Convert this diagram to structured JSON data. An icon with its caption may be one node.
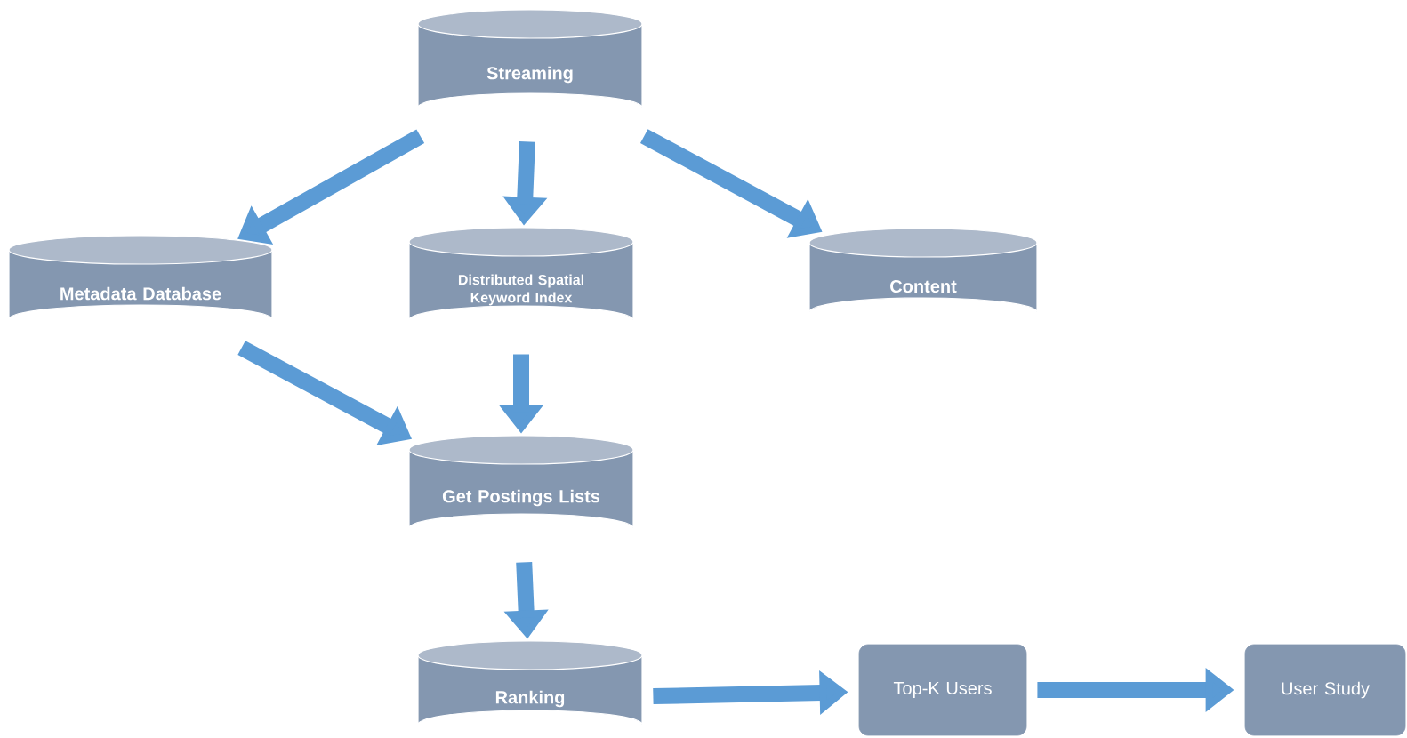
{
  "diagram": {
    "nodes": [
      {
        "text": [
          "Streaming"
        ]
      },
      {
        "text": [
          "Metadata Database"
        ]
      },
      {
        "text": [
          "Distributed Spatial Keyword Index"
        ]
      },
      {
        "text": [
          "Content"
        ]
      },
      {
        "text": [
          "Get Postings Lists"
        ]
      },
      {
        "text": [
          "Ranking"
        ]
      },
      {
        "text": [
          "Top-K Users"
        ]
      },
      {
        "text": [
          "User Study"
        ]
      }
    ],
    "edges": [
      {
        "from": 0,
        "to": 1,
        "arrow": "to"
      },
      {
        "from": 0,
        "to": 2,
        "arrow": "to"
      },
      {
        "from": 0,
        "to": 3,
        "arrow": "to"
      },
      {
        "from": 1,
        "to": 4,
        "arrow": "to"
      },
      {
        "from": 2,
        "to": 4,
        "arrow": "to"
      },
      {
        "from": 4,
        "to": 5,
        "arrow": "to"
      },
      {
        "from": 5,
        "to": 6,
        "arrow": "to"
      },
      {
        "from": 6,
        "to": 7,
        "arrow": "to"
      }
    ]
  }
}
